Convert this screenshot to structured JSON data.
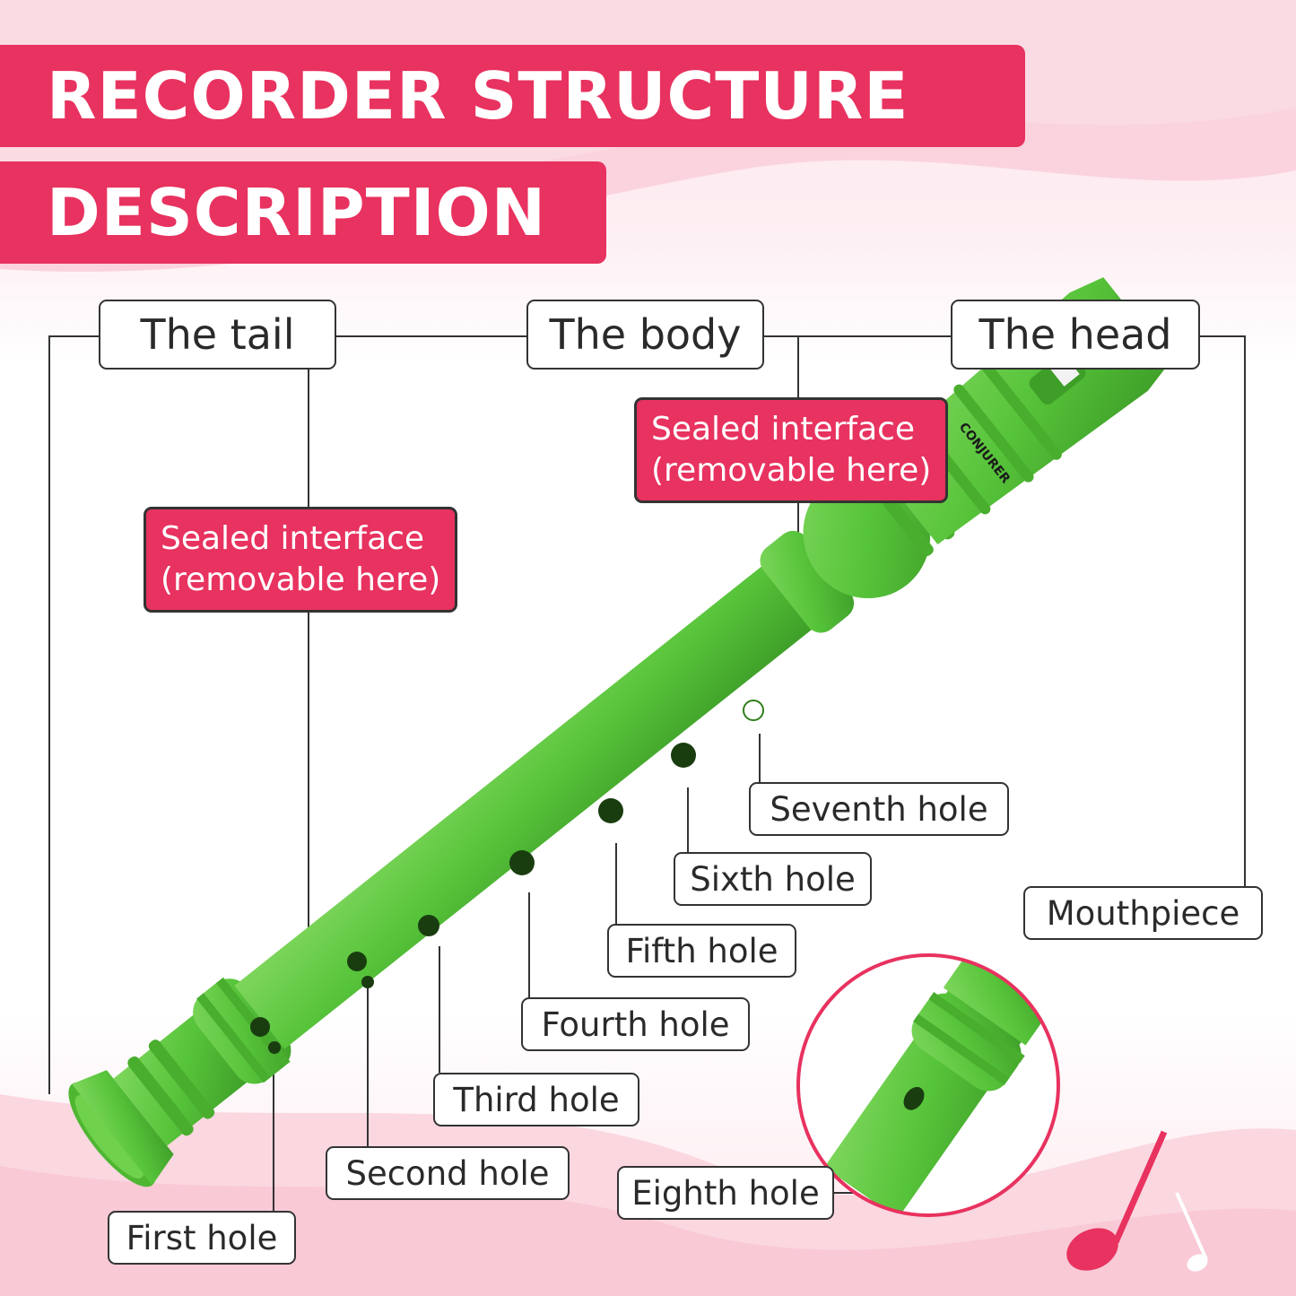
{
  "title": {
    "line1": "RECORDER STRUCTURE",
    "line2": "DESCRIPTION"
  },
  "sections": {
    "tail": "The tail",
    "body": "The body",
    "head": "The head"
  },
  "interfaces": {
    "tail_line1": "Sealed interface",
    "tail_line2": "(removable here)",
    "body_line1": "Sealed interface",
    "body_line2": "(removable here)"
  },
  "holes": {
    "first": "First hole",
    "second": "Second hole",
    "third": "Third hole",
    "fourth": "Fourth hole",
    "fifth": "Fifth hole",
    "sixth": "Sixth hole",
    "seventh": "Seventh hole",
    "eighth": "Eighth hole",
    "mouthpiece": "Mouthpiece"
  },
  "brand": "CONJURER",
  "colors": {
    "accent": "#e8325f",
    "recorder": "#57c43a",
    "recorder_dark": "#3e9e28"
  }
}
